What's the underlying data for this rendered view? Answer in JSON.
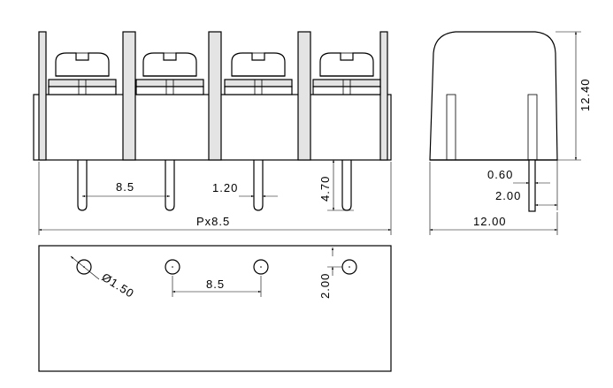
{
  "drawing": {
    "pitch_label": "8.5",
    "pin_width_label": "1.20",
    "pin_length_label": "4.70",
    "total_length_label": "Px8.5",
    "side_height_label": "12.40",
    "side_pin_thickness_label": "0.60",
    "side_pin_offset_label": "2.00",
    "side_depth_label": "12.00",
    "hole_diameter_label": "Ø1.50",
    "hole_pitch_label": "8.5",
    "hole_offset_label": "2.00"
  }
}
